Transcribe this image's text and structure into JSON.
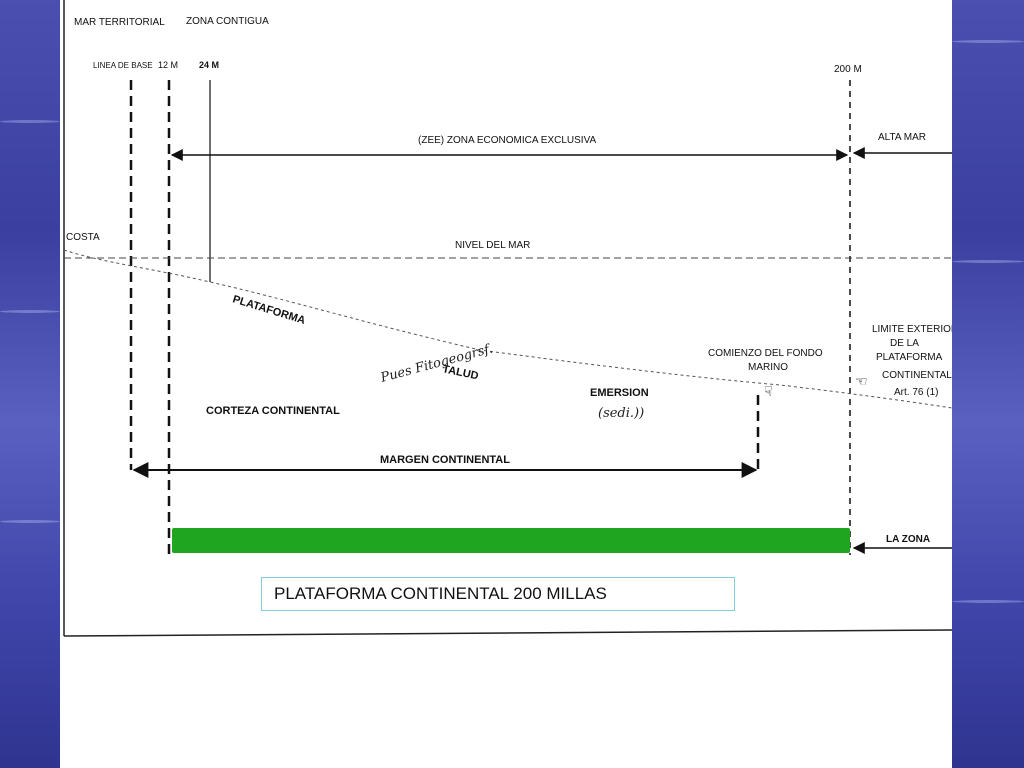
{
  "diagram": {
    "labels": {
      "mar_territorial": "MAR TERRITORIAL",
      "zona_contigua": "ZONA CONTIGUA",
      "linea_de_base": "LINEA DE BASE",
      "m12": "12 M",
      "m24": "24 M",
      "m200": "200 M",
      "zee": "(ZEE) ZONA ECONOMICA EXCLUSIVA",
      "alta_mar": "ALTA MAR",
      "costa": "COSTA",
      "nivel_del_mar": "NIVEL DEL MAR",
      "plataforma": "PLATAFORMA",
      "talud": "TALUD",
      "comienzo_line1": "COMIENZO DEL FONDO",
      "comienzo_line2": "MARINO",
      "limite_line1": "LIMITE EXTERIOR",
      "limite_line2": "DE LA",
      "limite_line3": "PLATAFORMA",
      "limite_line4": "CONTINENTAL",
      "limite_line5": "Art. 76 (1)",
      "emersion": "EMERSION",
      "corteza": "CORTEZA CONTINENTAL",
      "margen": "MARGEN CONTINENTAL",
      "la_zona": "LA ZONA",
      "handwriting_1": "Pues Fitogeogrsf.",
      "handwriting_2": "(sedi.))"
    },
    "highlight_color": "#1fa51f",
    "caption": "PLATAFORMA CONTINENTAL 200 MILLAS"
  }
}
